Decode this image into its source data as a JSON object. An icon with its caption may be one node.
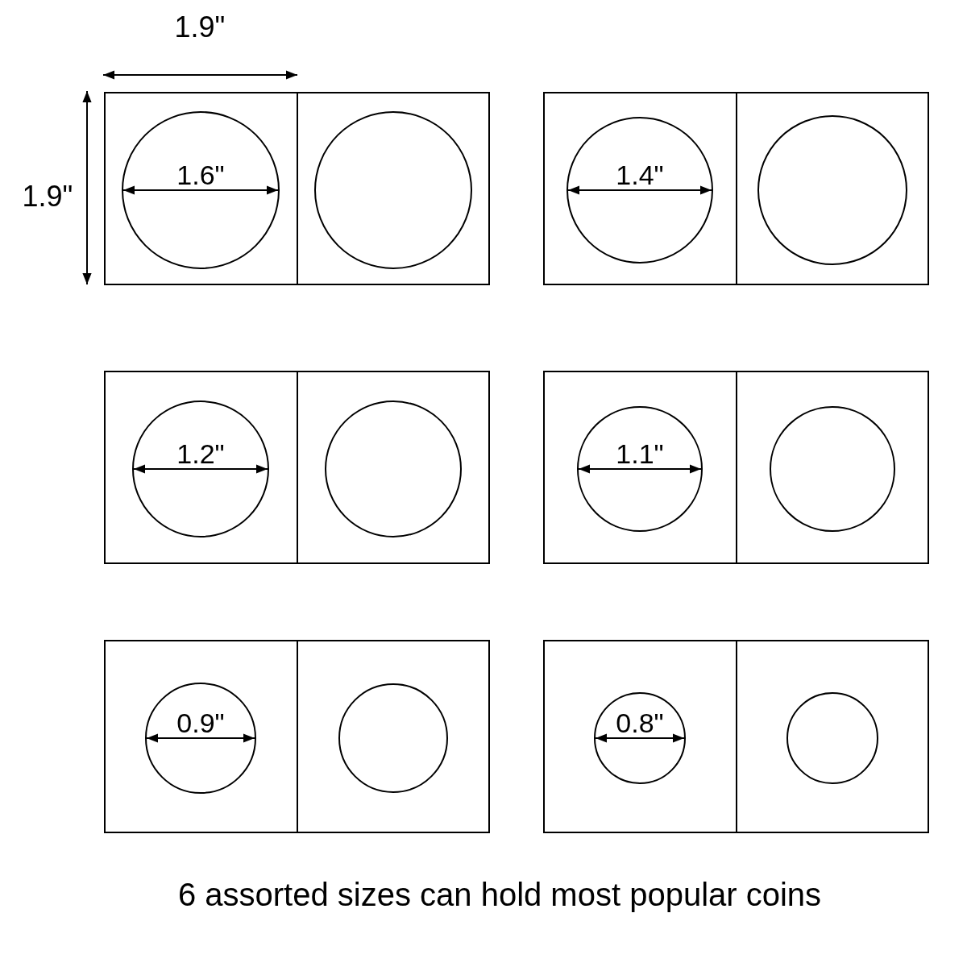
{
  "diagram": {
    "caption": "6 assorted sizes can hold most popular coins",
    "labels": [
      "1.9\"",
      "1.9\"",
      "1.6\"",
      "1.4\"",
      "1.2\"",
      "1.1\"",
      "0.9\"",
      "0.8\""
    ]
  }
}
